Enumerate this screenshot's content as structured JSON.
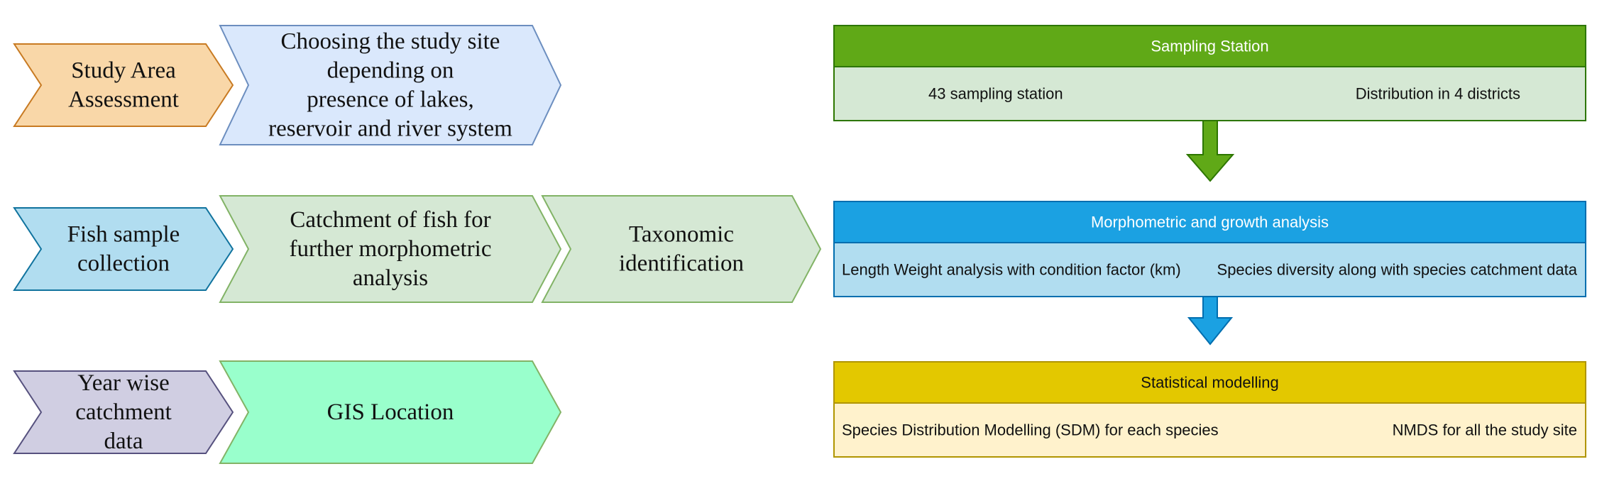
{
  "process_rows": [
    {
      "label": {
        "lines": [
          "Study Area",
          "Assessment"
        ]
      },
      "steps": [
        {
          "lines": [
            "Choosing the study site",
            "depending on",
            "presence of lakes,",
            "reservoir and river system"
          ]
        }
      ]
    },
    {
      "label": {
        "lines": [
          "Fish sample",
          "collection"
        ]
      },
      "steps": [
        {
          "lines": [
            "Catchment of fish for",
            "further morphometric",
            "analysis"
          ]
        },
        {
          "lines": [
            "Taxonomic",
            "identification"
          ]
        }
      ]
    },
    {
      "label": {
        "lines": [
          "Year wise",
          "catchment",
          "data"
        ]
      },
      "steps": [
        {
          "lines": [
            "GIS Location"
          ]
        }
      ]
    }
  ],
  "analysis_boxes": [
    {
      "title": "Sampling Station",
      "items": [
        "43 sampling station",
        "Distribution in 4 districts"
      ]
    },
    {
      "title": "Morphometric and growth analysis",
      "items": [
        "Length Weight analysis with condition factor (km)",
        "Species diversity along with species catchment data"
      ]
    },
    {
      "title": "Statistical modelling",
      "items": [
        "Species Distribution Modelling (SDM) for each species",
        "NMDS for all the study site"
      ]
    }
  ],
  "colors": {
    "label_fills": [
      "#f9d7a8",
      "#b1ddf0",
      "#d0cee2"
    ],
    "label_strokes": [
      "#c87a22",
      "#10739e",
      "#56517e"
    ],
    "step_fills": [
      [
        "#dae8fc"
      ],
      [
        "#d5e8d4",
        "#d5e8d4"
      ],
      [
        "#99ffcc"
      ]
    ],
    "step_strokes": [
      [
        "#6c8ebf"
      ],
      [
        "#82b366",
        "#82b366"
      ],
      [
        "#82b366"
      ]
    ],
    "box_header_fills": [
      "#60a917",
      "#1ba1e2",
      "#e3c800"
    ],
    "box_header_text": [
      "#ffffff",
      "#ffffff",
      "#111111"
    ],
    "box_body_fills": [
      "#d5e8d4",
      "#b1ddf0",
      "#fff2cc"
    ],
    "box_strokes": [
      "#2d7600",
      "#006eaf",
      "#b09500"
    ],
    "arrow_fills": [
      "#60a917",
      "#1ba1e2"
    ],
    "arrow_strokes": [
      "#2d7600",
      "#006eaf"
    ]
  }
}
